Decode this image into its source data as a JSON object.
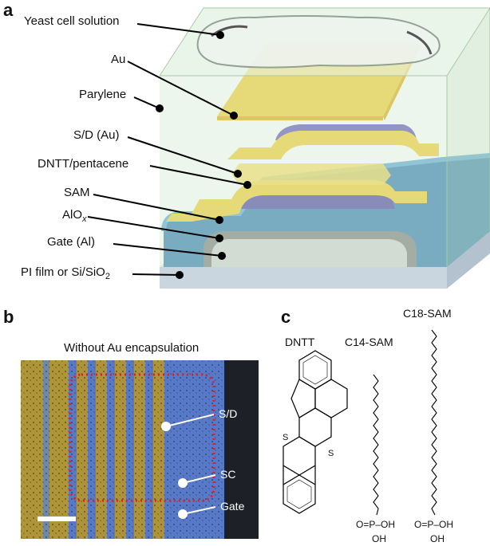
{
  "panel_a": {
    "letter": "a",
    "labels": {
      "yeast": "Yeast cell solution",
      "au": "Au",
      "parylene": "Parylene",
      "sd": "S/D (Au)",
      "dntt": "DNTT/pentacene",
      "sam": "SAM",
      "alox_base": "AlO",
      "alox_sub": "x",
      "gate": "Gate (Al)",
      "substrate_base": "PI film or Si/SiO",
      "substrate_sub": "2"
    }
  },
  "panel_b": {
    "letter": "b",
    "title": "Without Au encapsulation",
    "labels": {
      "sd": "S/D",
      "sc": "SC",
      "gate": "Gate"
    }
  },
  "panel_c": {
    "letter": "c",
    "molecules": {
      "dntt": "DNTT",
      "c14": "C14-SAM",
      "c18": "C18-SAM"
    },
    "atoms": {
      "s": "S",
      "phosphonate": "O=P–OH",
      "oh": "OH"
    }
  },
  "colors": {
    "substrate": "#d4dfe8",
    "gate": "#c8c8c8",
    "oxide": "#7a7a7a",
    "sam": "#2f78b0",
    "semiconductor": "#4a3fa0",
    "gold": "#f2cc2a",
    "parylene": "#d7ecd7",
    "dotted_roi": "#e02020"
  }
}
